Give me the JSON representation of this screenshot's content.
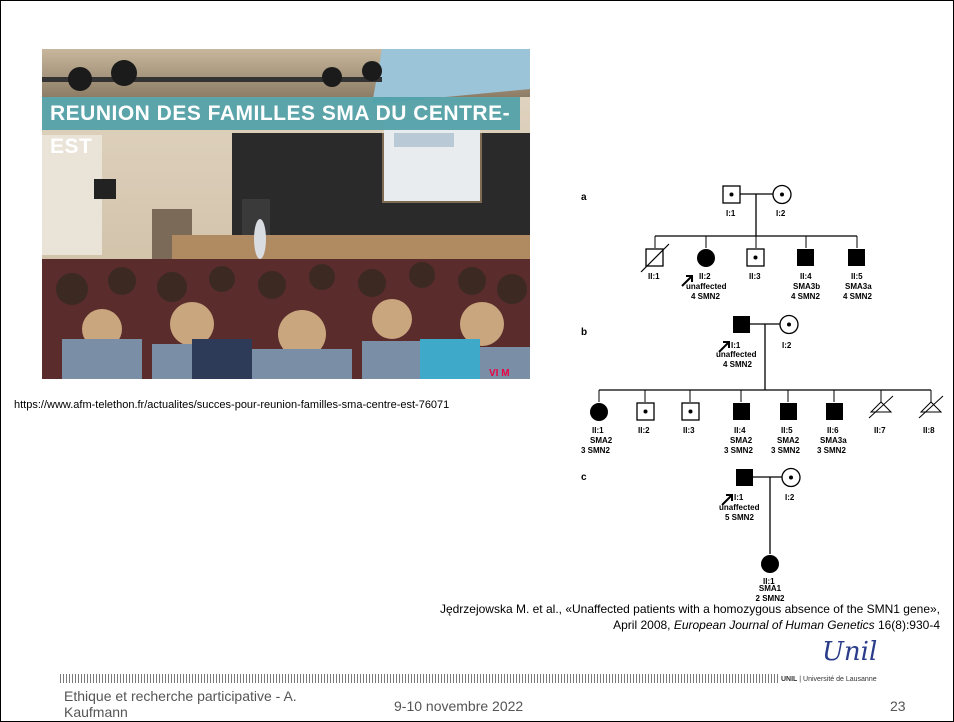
{
  "photo": {
    "banner_title": "REUNION DES FAMILLES SMA DU CENTRE-EST",
    "stage_sign": "VI M",
    "source_url": "https://www.afm-telethon.fr/actualites/succes-pour-reunion-familles-sma-centre-est-76071"
  },
  "pedigree": {
    "a": {
      "label": "a",
      "parents": [
        "I:1",
        "I:2"
      ],
      "children": [
        {
          "id": "II:1",
          "lines": []
        },
        {
          "id": "II:2",
          "lines": [
            "unaffected",
            "4 SMN2"
          ]
        },
        {
          "id": "II:3",
          "lines": []
        },
        {
          "id": "II:4",
          "lines": [
            "SMA3b",
            "4 SMN2"
          ]
        },
        {
          "id": "II:5",
          "lines": [
            "SMA3a",
            "4 SMN2"
          ]
        }
      ]
    },
    "b": {
      "label": "b",
      "father": {
        "id": "I:1",
        "lines": [
          "unaffected",
          "4 SMN2"
        ]
      },
      "mother": "I:2",
      "children": [
        {
          "id": "II:1",
          "lines": [
            "SMA2",
            "3 SMN2"
          ]
        },
        {
          "id": "II:2",
          "lines": []
        },
        {
          "id": "II:3",
          "lines": []
        },
        {
          "id": "II:4",
          "lines": [
            "SMA2",
            "3 SMN2"
          ]
        },
        {
          "id": "II:5",
          "lines": [
            "SMA2",
            "3 SMN2"
          ]
        },
        {
          "id": "II:6",
          "lines": [
            "SMA3a",
            "3 SMN2"
          ]
        },
        {
          "id": "II:7",
          "lines": []
        },
        {
          "id": "II:8",
          "lines": []
        }
      ]
    },
    "c": {
      "label": "c",
      "father": {
        "id": "I:1",
        "lines": [
          "unaffected",
          "5 SMN2"
        ]
      },
      "mother": "I:2",
      "child": {
        "id": "II:1",
        "lines": [
          "SMA1",
          "2 SMN2"
        ]
      }
    }
  },
  "citation": {
    "line1": "Jędrzejowska M. et al., «Unaffected patients with a homozygous absence of the SMN1 gene»,",
    "line2_prefix": "April 2008, ",
    "journal": "European Journal of Human Genetics",
    "line2_suffix": " 16(8):930-4"
  },
  "footer": {
    "left": "Ethique et recherche participative - A. Kaufmann",
    "date": "9-10 novembre 2022",
    "page": "23",
    "logo": "Unil",
    "logo_caption_bold": "UNIL",
    "logo_caption": " | Université de Lausanne"
  }
}
